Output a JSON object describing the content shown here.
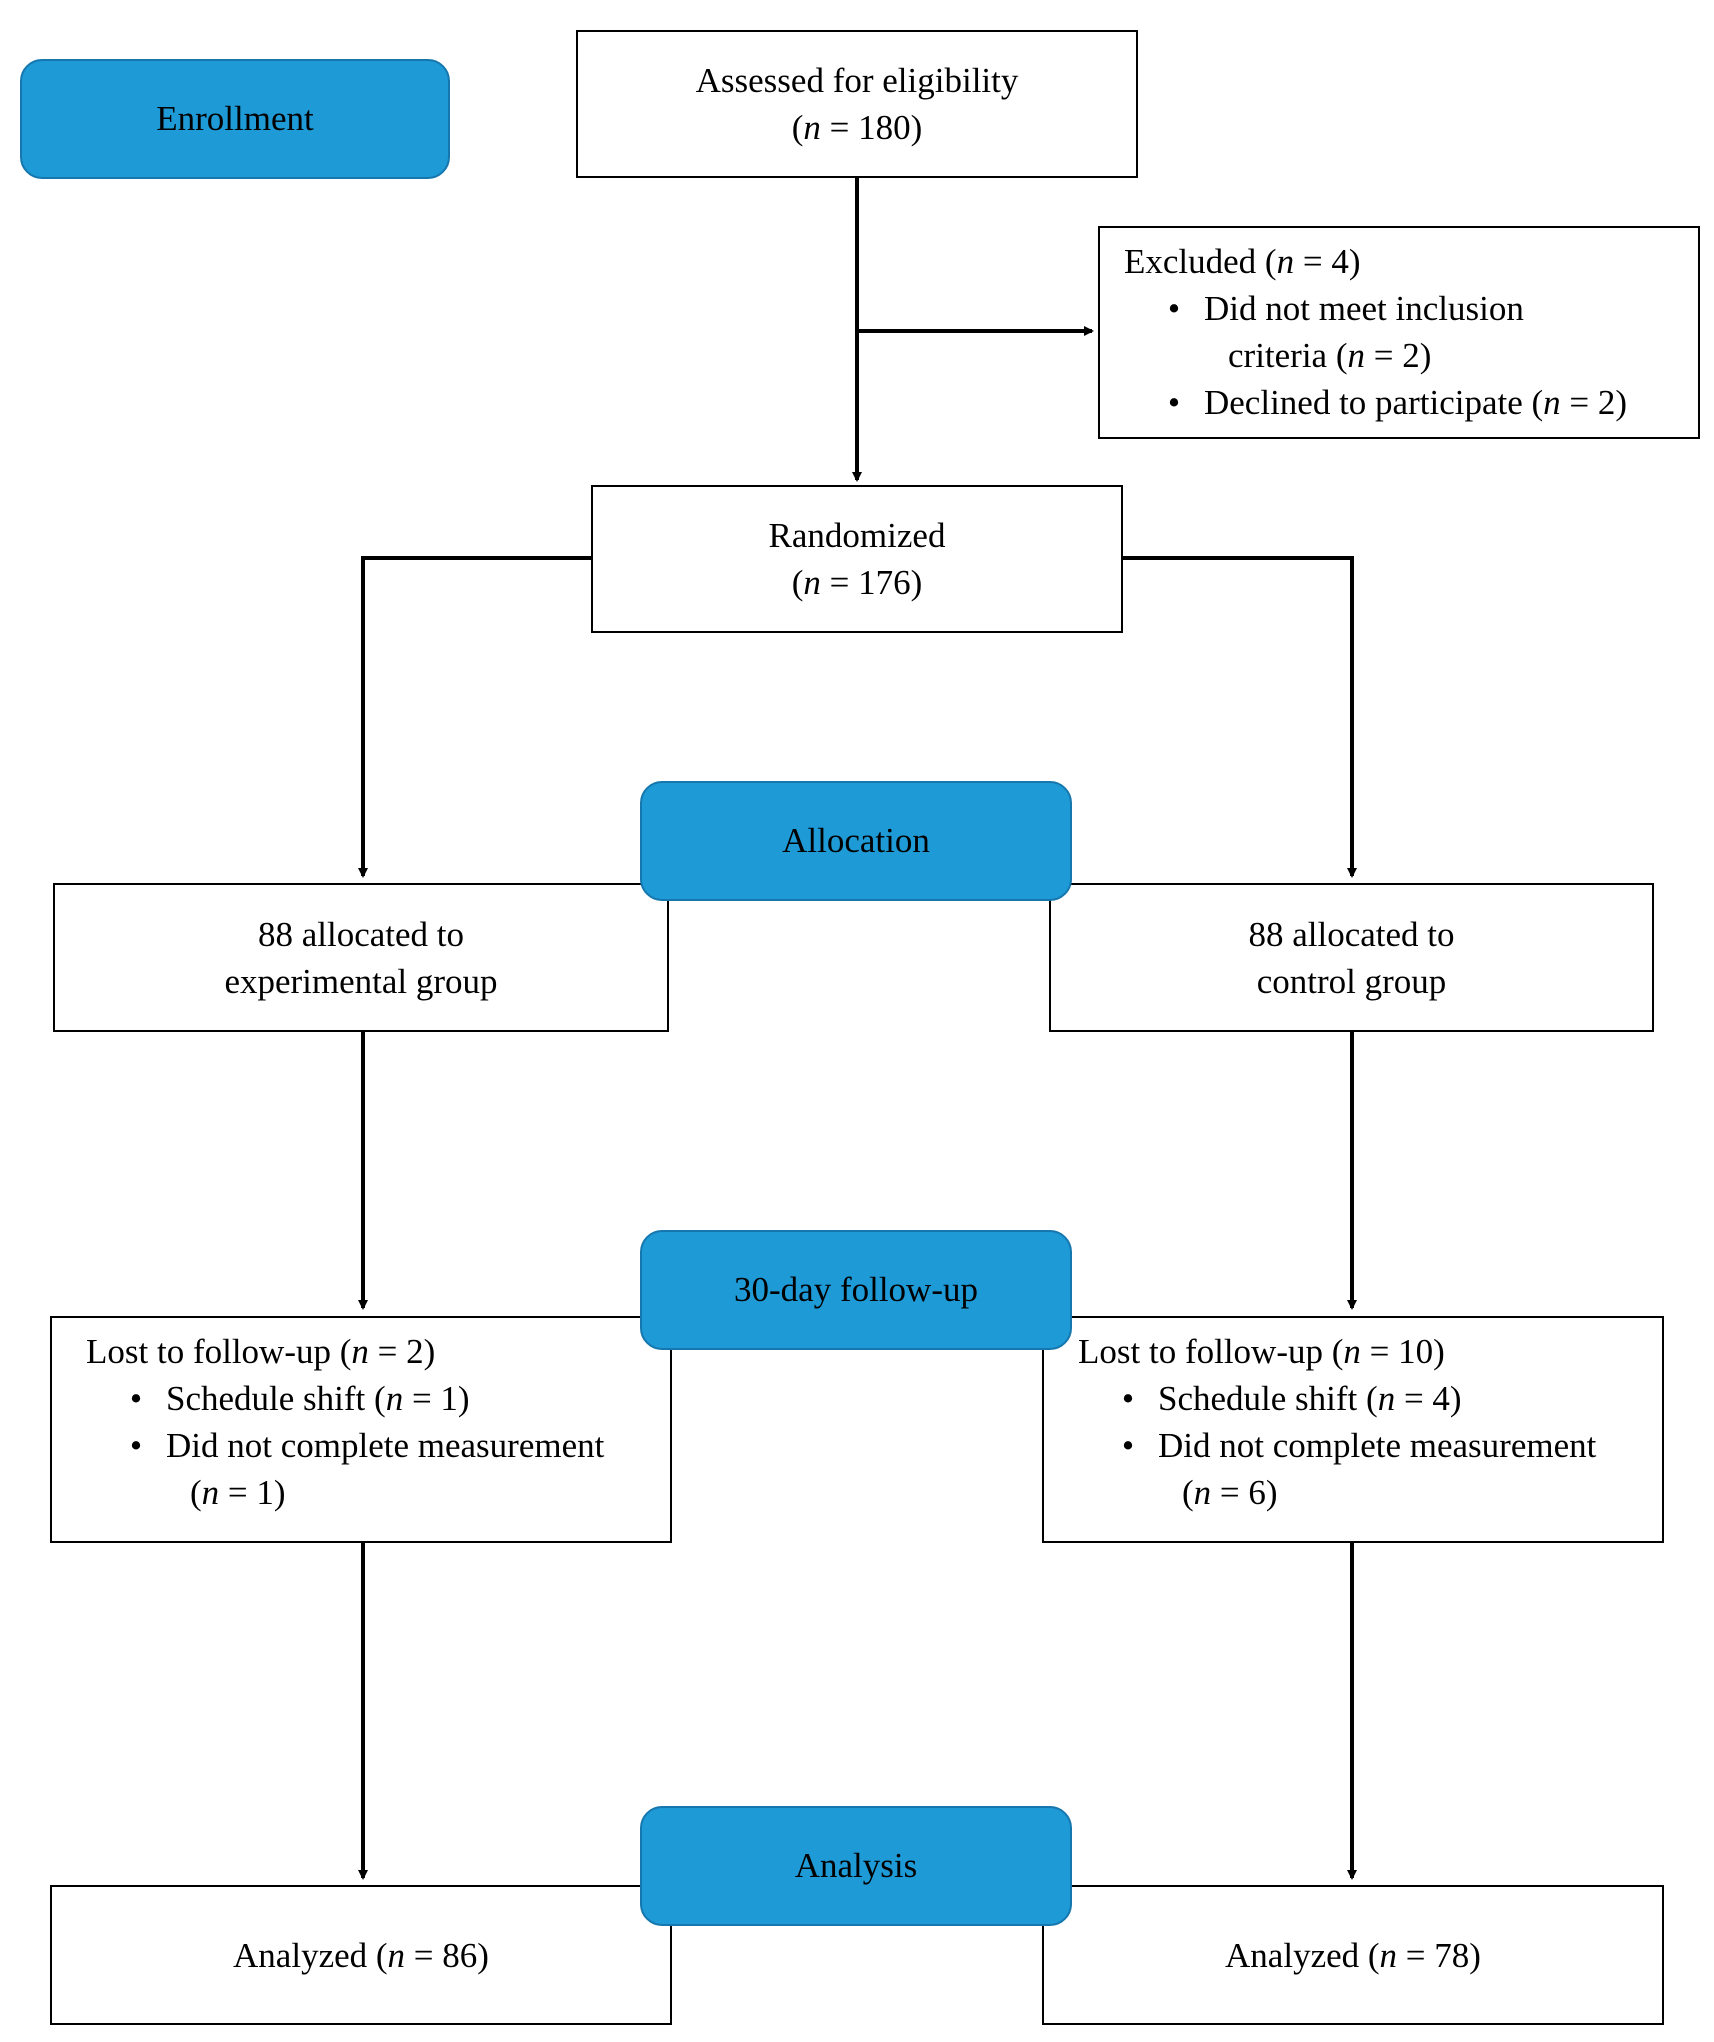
{
  "stages": {
    "enrollment": "Enrollment",
    "allocation": "Allocation",
    "followup": "30-day follow-up",
    "analysis": "Analysis"
  },
  "n_symbol": "n",
  "assessed": {
    "line1": "Assessed for eligibility",
    "open": "(",
    "eq": " = 180)"
  },
  "excluded": {
    "title_pre": "Excluded (",
    "title_eq": " = 4)",
    "item1_line1": "Did not meet inclusion",
    "item1_line2_pre": "criteria (",
    "item1_line2_eq": " = 2)",
    "item2_pre": "Declined to participate (",
    "item2_eq": " = 2)"
  },
  "randomized": {
    "line1": "Randomized",
    "open": "(",
    "eq": " = 176)"
  },
  "alloc_exp": {
    "line1": "88 allocated to",
    "line2": "experimental group"
  },
  "alloc_ctrl": {
    "line1": "88 allocated to",
    "line2": "control group"
  },
  "lost_exp": {
    "title_pre": "Lost to follow-up (",
    "title_eq": " = 2)",
    "item1_pre": "Schedule shift (",
    "item1_eq": " = 1)",
    "item2_line1": "Did not complete measurement",
    "item2_line2_pre": "(",
    "item2_line2_eq": " = 1)"
  },
  "lost_ctrl": {
    "title_pre": "Lost to follow-up (",
    "title_eq": " = 10)",
    "item1_pre": "Schedule shift (",
    "item1_eq": " = 4)",
    "item2_line1": "Did not complete measurement",
    "item2_line2_pre": "(",
    "item2_line2_eq": " = 6)"
  },
  "analyzed_exp": {
    "pre": "Analyzed (",
    "eq": " = 86)"
  },
  "analyzed_ctrl": {
    "pre": "Analyzed (",
    "eq": " = 78)"
  },
  "bullet": "•",
  "colors": {
    "stage_fill": "#1e9ad6",
    "stage_border": "#1577ad",
    "line": "#000000"
  }
}
